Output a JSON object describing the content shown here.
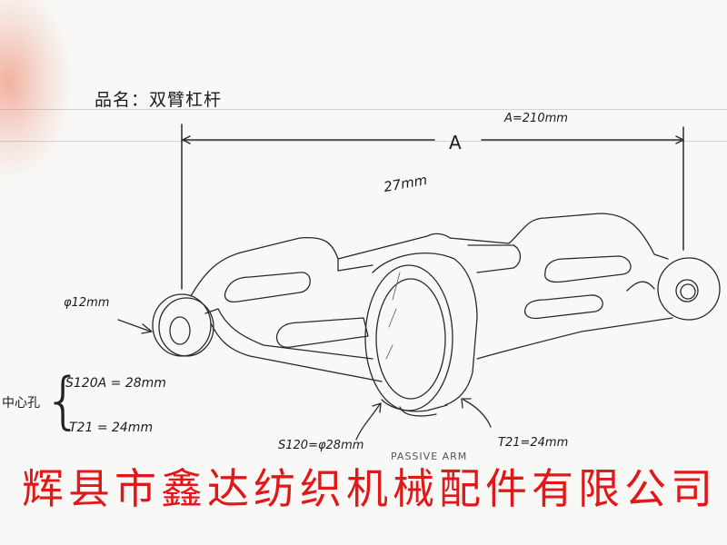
{
  "sheet": {
    "product_name_note": "品名：双臂杠杆",
    "company_name": "辉县市鑫达纺织机械配件有限公司",
    "company_color": "#e21818",
    "stain_color": "#ec785a"
  },
  "dimensions": {
    "overall_length_letter": "A",
    "overall_length_value": "A=210mm",
    "width_value": "27mm",
    "end_hole_diameter": "φ12mm"
  },
  "center_bore": {
    "label": "中心孔",
    "options": [
      {
        "model": "S120A",
        "text": "S120A = 28mm"
      },
      {
        "model": "T21",
        "text": "T21 = 24mm"
      }
    ]
  },
  "bottom_notes": {
    "s120_bore": "S120=φ28mm",
    "part_label": "PASSIVE ARM",
    "t21_bore": "T21=24mm"
  }
}
